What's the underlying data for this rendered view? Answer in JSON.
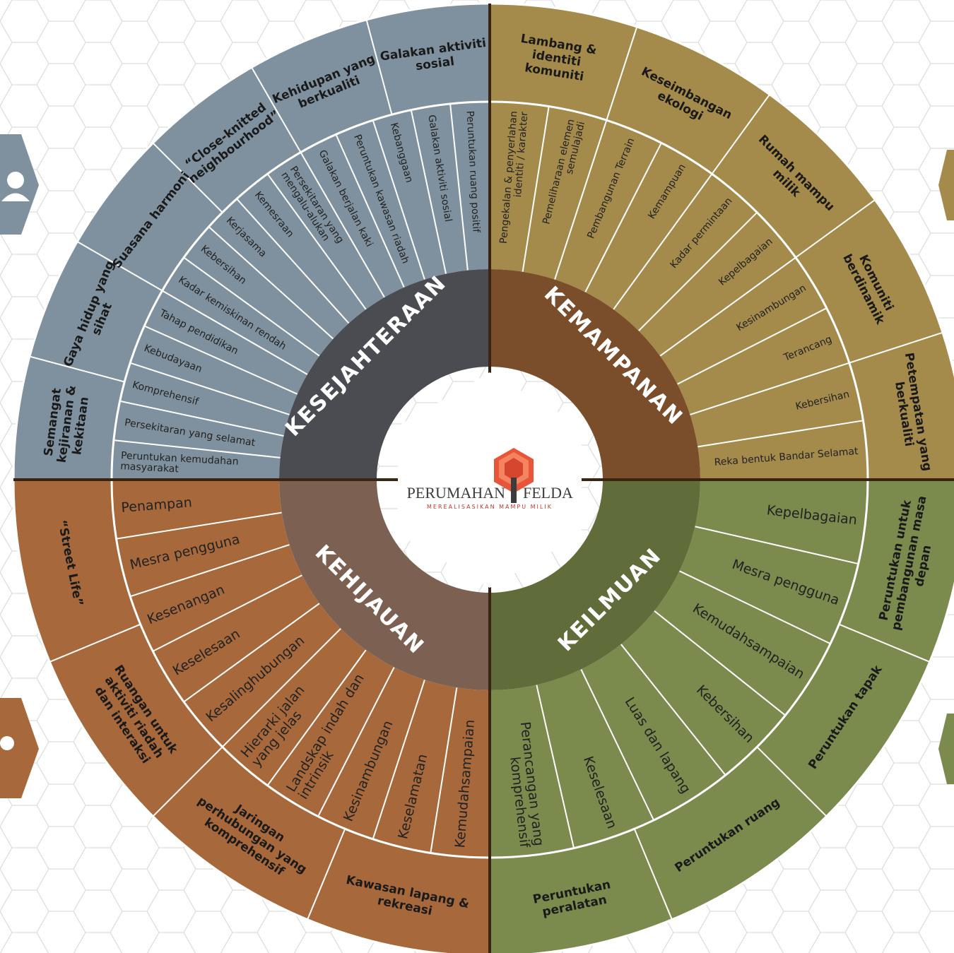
{
  "colors": {
    "kesejahteraan": "#7f919e",
    "kemampanan": "#a58b4b",
    "kehijauan": "#a7693b",
    "keilmuan": "#7b8a4d",
    "hub_kesejahteraan": "#4a4c52",
    "hub_kemampanan": "#7a4e2a",
    "hub_kehijauan": "#7c6152",
    "hub_keilmuan": "#606d3a",
    "divider": "#3a2515",
    "background_grid": "#d9d9d9"
  },
  "logo": {
    "brand_left": "PERUMAHAN",
    "brand_right": "FELDA",
    "tagline": "MEREALISASIKAN MAMPU MILIK"
  },
  "quadrants": [
    {
      "key": "kesejahteraan",
      "title": "KESEJAHTERAAN",
      "outer": [
        "Semangat kejiranan & kekitaan",
        "Gaya hidup yang sihat",
        "Suasana harmoni",
        "“Close-knitted neighbourhood”",
        "Kehidupan yang berkualiti",
        "Galakan aktiviti sosial"
      ],
      "inner": [
        "Peruntukan kemudahan masyarakat",
        "Persekitaran yang selamat",
        "Komprehensif",
        "Kebudayaan",
        "Tahap pendidikan",
        "Kadar kemiskinan rendah",
        "Kebersihan",
        "Kerjasama",
        "Kemesraan",
        "Persekitaran yang mengalu-alukan",
        "Galakan berjalan kaki",
        "Peruntukan kawasan riadah",
        "Kebanggaan",
        "Galakan aktiviti sosial",
        "Peruntukan ruang positif"
      ]
    },
    {
      "key": "kemampanan",
      "title": "KEMAMPANAN",
      "outer": [
        "Lambang & identiti komuniti",
        "Keseimbangan ekologi",
        "Rumah mampu milik",
        "Komuniti berdinamik",
        "Petempatan yang berkualiti"
      ],
      "inner": [
        "Pengekalan & penyerlahan identiti / karakter",
        "Pemeliharaan elemen semulajadi",
        "Pembangunan Terrain",
        "Kemampuan",
        "Kadar permintaan",
        "Kepelbagaian",
        "Kesinambungan",
        "Terancang",
        "Kebersihan",
        "Reka bentuk Bandar Selamat"
      ]
    },
    {
      "key": "keilmuan",
      "title": "KEILMUAN",
      "outer": [
        "Peruntukan untuk pembangunan masa depan",
        "Peruntukan tapak",
        "Peruntukan ruang",
        "Peruntukan peralatan"
      ],
      "inner": [
        "Kepelbagaian",
        "Mesra pengguna",
        "Kemudahsampaian",
        "Kebersihan",
        "Luas dan lapang",
        "Keselesaan",
        "Perancangan yang komprehensif"
      ]
    },
    {
      "key": "kehijauan",
      "title": "KEHIJAUAN",
      "outer": [
        "Kawasan lapang & rekreasi",
        "Jaringan perhubungan yang komprehensif",
        "Ruangan untuk aktiviti riadah dan interaksi",
        "“Street Life”"
      ],
      "inner": [
        "Kemudahsampaian",
        "Keselamatan",
        "Kesinambungan",
        "Landskap indah dan intrinsik",
        "Hierarki jalan yang jelas",
        "Kesalinghubungan",
        "Keselesaan",
        "Kesenangan",
        "Mesra pengguna",
        "Penampan"
      ]
    }
  ]
}
